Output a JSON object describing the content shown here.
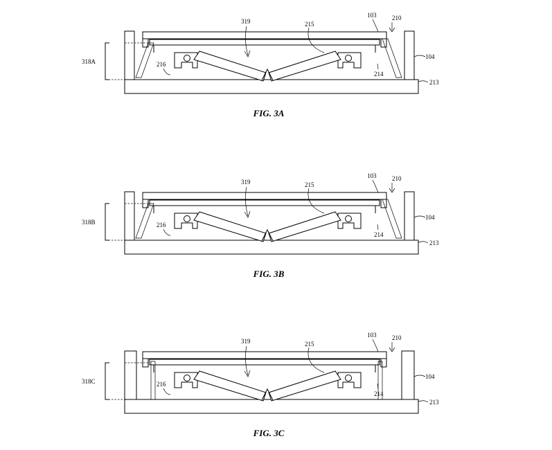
{
  "figures": [
    {
      "id": "3A",
      "caption": "FIG. 3A",
      "variant": "bezel",
      "labels": {
        "cap": "103",
        "gap": "210",
        "housing": "104",
        "base": "213",
        "membrane": "214",
        "mechanism": "215",
        "dome": "216",
        "arrow": "319",
        "travel": "318A"
      }
    },
    {
      "id": "3B",
      "caption": "FIG. 3B",
      "variant": "bezel",
      "labels": {
        "cap": "103",
        "gap": "210",
        "housing": "104",
        "base": "213",
        "membrane": "214",
        "mechanism": "215",
        "dome": "216",
        "arrow": "319",
        "travel": "318B"
      }
    },
    {
      "id": "3C",
      "caption": "FIG. 3C",
      "variant": "straight",
      "labels": {
        "cap": "103",
        "gap": "210",
        "housing": "104",
        "base": "213",
        "membrane": "214",
        "mechanism": "215",
        "dome": "216",
        "arrow": "319",
        "travel": "318C"
      }
    }
  ]
}
